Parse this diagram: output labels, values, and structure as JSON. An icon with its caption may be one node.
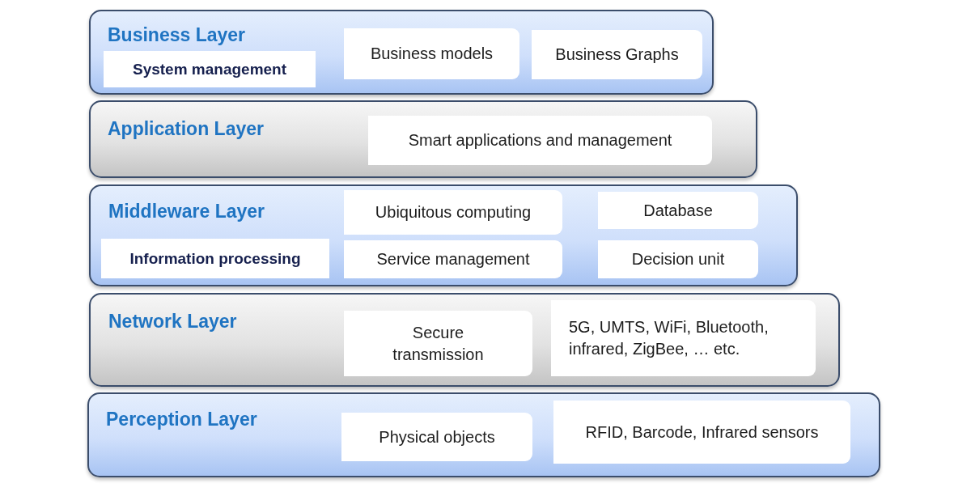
{
  "diagram": {
    "nodes": [
      {
        "text": [
          "Business Layer"
        ]
      },
      {
        "text": [
          "System management"
        ],
        "in": 0
      },
      {
        "text": [
          "Business models"
        ],
        "in": 0
      },
      {
        "text": [
          "Business Graphs"
        ],
        "in": 0
      },
      {
        "text": [
          "Application Layer"
        ]
      },
      {
        "text": [
          "Smart applications and management"
        ],
        "in": 4
      },
      {
        "text": [
          "Middleware Layer"
        ]
      },
      {
        "text": [
          "Ubiquitous computing"
        ],
        "in": 6
      },
      {
        "text": [
          "Database"
        ],
        "in": 6
      },
      {
        "text": [
          "Information processing"
        ],
        "in": 6
      },
      {
        "text": [
          "Service management"
        ],
        "in": 6
      },
      {
        "text": [
          "Decision unit"
        ],
        "in": 6
      },
      {
        "text": [
          "Network Layer"
        ]
      },
      {
        "text": [
          "Secure transmission"
        ],
        "in": 12
      },
      {
        "text": [
          "5G, UMTS, WiFi, Bluetooth, infrared, ZigBee, … etc."
        ],
        "in": 12
      },
      {
        "text": [
          "Perception Layer"
        ]
      },
      {
        "text": [
          "Physical objects"
        ],
        "in": 15
      },
      {
        "text": [
          "RFID, Barcode, Infrared sensors"
        ],
        "in": 15
      }
    ]
  }
}
